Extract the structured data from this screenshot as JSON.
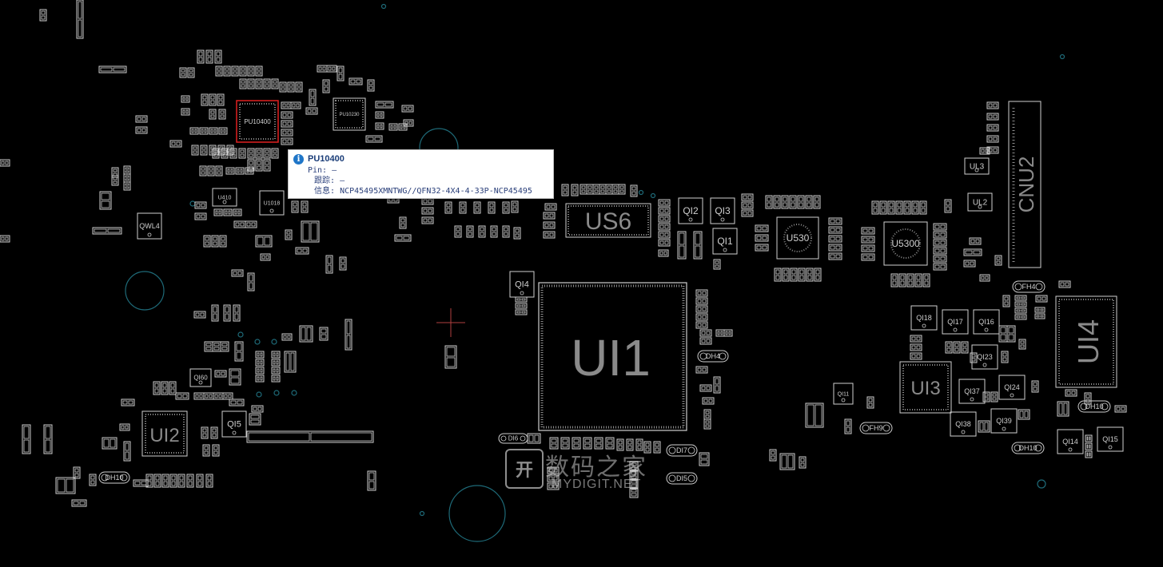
{
  "board_labels": {
    "ui1": "UI1",
    "us6": "US6",
    "cnu2": "CNU2",
    "ui4": "UI4",
    "ui2": "UI2",
    "ui3": "UI3",
    "u5300": "U5300",
    "u530": "U530",
    "pu10400": "PU10400",
    "pu10230": "PU10230",
    "qi2": "QI2",
    "qi3": "QI3",
    "qi1": "QI1",
    "qi4": "QI4",
    "qi5": "QI5",
    "qwl4": "QWL4",
    "qi18": "QI18",
    "qi17": "QI17",
    "qi16": "QI16",
    "qi23": "QI23",
    "qi24": "QI24",
    "qi37": "QI37",
    "qi38": "QI38",
    "qi39": "QI39",
    "qi14": "QI14",
    "qi15": "QI15",
    "qi11": "QI11",
    "qi60": "QI60",
    "dh10a": "DH10",
    "dh10b": "DH10",
    "dh10c": "DH10",
    "fh9": "FH9",
    "fh4": "FH4",
    "di5": "DI5",
    "di6": "DI6",
    "di7": "DI7",
    "dh4": "DH4",
    "ul3": "UL3",
    "ul2": "UL2",
    "u410": "U410",
    "u1018": "U1018"
  },
  "tooltip": {
    "title": "PU10400",
    "pin_label": "Pin:",
    "pin_value": "–",
    "trace_label": "跟踪:",
    "trace_value": "–",
    "info_label": "信息:",
    "info_value": "NCP45495XMNTWG//QFN32-4X4-4-33P-NCP45495"
  },
  "watermark": {
    "logo": "开",
    "cn": "数码之家",
    "en": "MYDIGIT.NET"
  },
  "colors": {
    "background": "#000000",
    "outline": "#cfcfcf",
    "highlight": "#e02020",
    "via": "#1e6a78",
    "cursor": "#b04040"
  }
}
